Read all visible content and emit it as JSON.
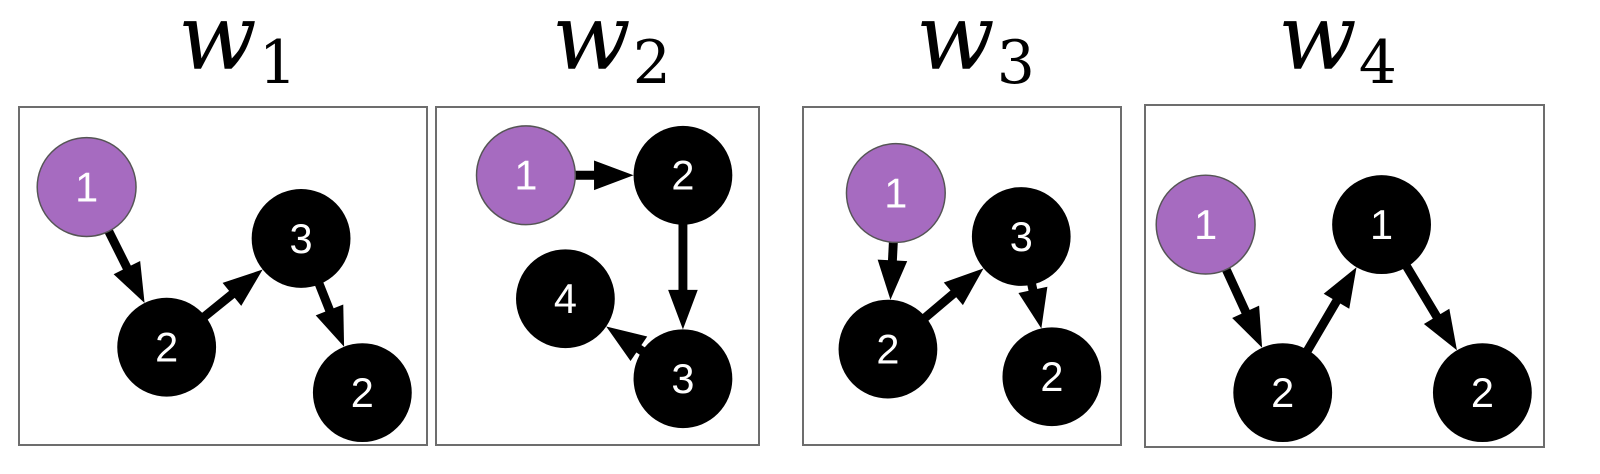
{
  "colors": {
    "start": "#a66bc0",
    "node": "#000000",
    "edge": "#000000",
    "frame": "#6d6d6d"
  },
  "walks": [
    {
      "var": "w",
      "sub": "1",
      "nodes": [
        "1",
        "2",
        "3",
        "2"
      ]
    },
    {
      "var": "w",
      "sub": "2",
      "nodes": [
        "1",
        "2",
        "3",
        "4"
      ]
    },
    {
      "var": "w",
      "sub": "3",
      "nodes": [
        "1",
        "2",
        "3",
        "2"
      ]
    },
    {
      "var": "w",
      "sub": "4",
      "nodes": [
        "1",
        "2",
        "1",
        "2"
      ]
    }
  ]
}
